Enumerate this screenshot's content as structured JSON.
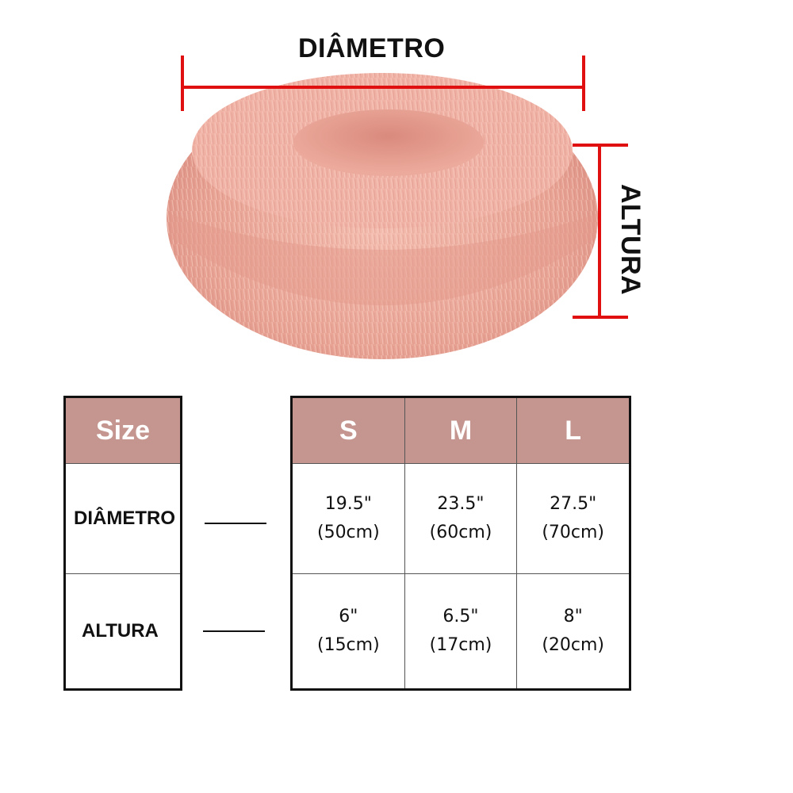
{
  "illustration": {
    "diameter_label": "DIÂMETRO",
    "height_label": "ALTURA",
    "bed_color": "#eaa79b",
    "measure_line_color": "#e01010"
  },
  "size_table": {
    "header": "Size",
    "row_labels": [
      "DIÂMETRO",
      "ALTURA"
    ],
    "columns": [
      "S",
      "M",
      "L"
    ],
    "diameter_values": [
      {
        "inches": "19.5\"",
        "cm": "(50cm)"
      },
      {
        "inches": "23.5\"",
        "cm": "(60cm)"
      },
      {
        "inches": "27.5\"",
        "cm": "(70cm)"
      }
    ],
    "height_values": [
      {
        "inches": "6\"",
        "cm": "(15cm)"
      },
      {
        "inches": "6.5\"",
        "cm": "(17cm)"
      },
      {
        "inches": "8\"",
        "cm": "(20cm)"
      }
    ],
    "header_color": "#c4968f"
  }
}
